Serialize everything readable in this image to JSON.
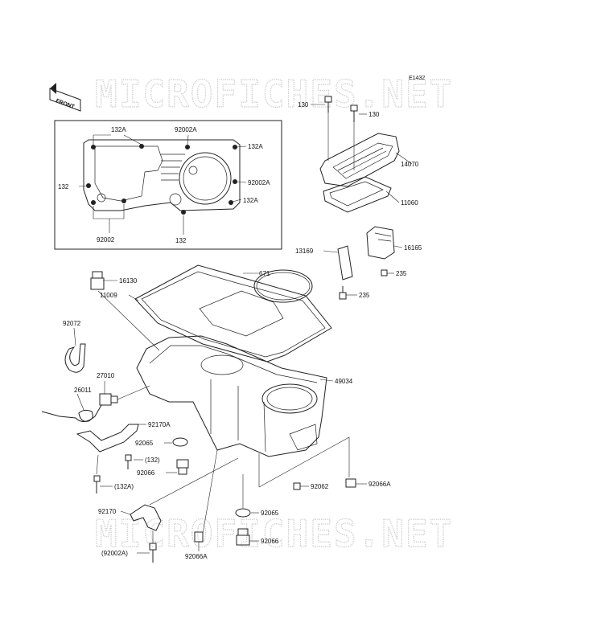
{
  "diagram_code": "E1432",
  "front_badge": "FRONT",
  "watermark": "MICROFICHES.NET",
  "inset_labels": {
    "l132a_top": "132A",
    "l92002a_top": "92002A",
    "l132a_right": "132A",
    "l132_left": "132",
    "l92002a_right": "92002A",
    "l132a_lowright": "132A",
    "l92002_bottom": "92002",
    "l132_bottom": "132"
  },
  "parts": {
    "p130a": "130",
    "p130b": "130",
    "p14070": "14070",
    "p11060": "11060",
    "p13169": "13169",
    "p16165": "16165",
    "p235a": "235",
    "p235b": "235",
    "p671": "671",
    "p16130": "16130",
    "p11009": "11009",
    "p92072": "92072",
    "p27010": "27010",
    "p26011": "26011",
    "p49034": "49034",
    "p92170a": "92170A",
    "p92065a": "92065",
    "p132paren": "(132)",
    "p92066a": "92066",
    "p132aparen": "(132A)",
    "p92062": "92062",
    "p92066A_right": "92066A",
    "p92170": "92170",
    "p92065b": "92065",
    "p92066b": "92066",
    "p92002aparen": "(92002A)",
    "p92066A_bottom": "92066A"
  }
}
